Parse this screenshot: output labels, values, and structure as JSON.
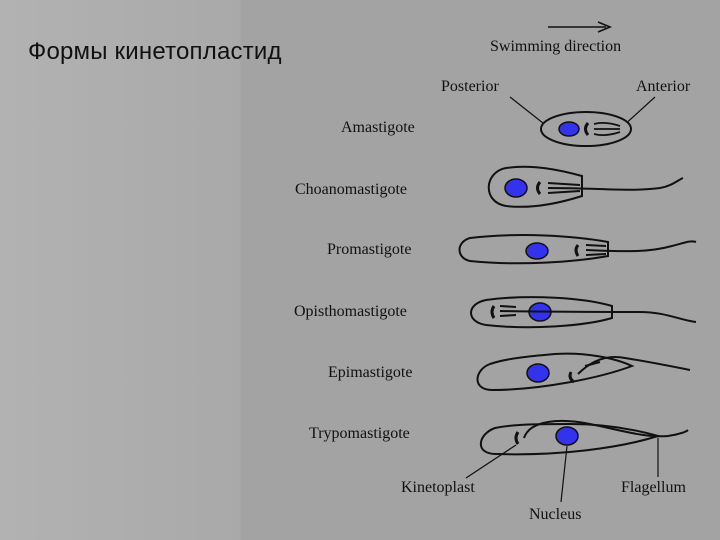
{
  "slide": {
    "title": "Формы кинетопластид"
  },
  "diagram": {
    "swimming_direction": "Swimming direction",
    "posterior": "Posterior",
    "anterior": "Anterior",
    "forms": [
      {
        "name": "Amastigote"
      },
      {
        "name": "Choanomastigote"
      },
      {
        "name": "Promastigote"
      },
      {
        "name": "Opisthomastigote"
      },
      {
        "name": "Epimastigote"
      },
      {
        "name": "Trypomastigote"
      }
    ],
    "callouts": {
      "kinetoplast": "Kinetoplast",
      "nucleus": "Nucleus",
      "flagellum": "Flagellum"
    },
    "colors": {
      "nucleus_fill": "#3333ee",
      "outline": "#111111",
      "cell_fill": "#a3a3a3"
    }
  }
}
